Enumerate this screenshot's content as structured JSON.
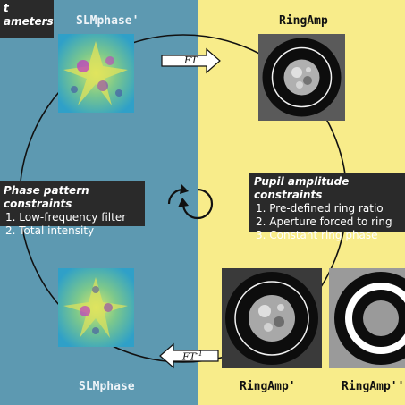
{
  "colors": {
    "left_bg": "#5d99b1",
    "right_bg": "#f8ec8a",
    "box_bg": "#2a2a2a",
    "cycle_line": "#111111"
  },
  "header_box": {
    "line1": "t",
    "line2": "ameters"
  },
  "titles": {
    "slm_phase_prime": "SLMphase'",
    "ring_amp": "RingAmp",
    "slm_phase": "SLMphase",
    "ring_amp_prime": "RingAmp'",
    "ring_amp_double_prime": "RingAmp''"
  },
  "transforms": {
    "forward": "FT",
    "inverse": "FT",
    "inverse_sup": "-1"
  },
  "phase_constraints": {
    "heading": "Phase pattern constraints",
    "items": [
      "1. Low-frequency filter",
      "2. Total intensity"
    ]
  },
  "pupil_constraints": {
    "heading": "Pupil amplitude constraints",
    "items": [
      "1. Pre-defined ring ratio",
      "2. Aperture forced to ring",
      "3. Constant ring phase"
    ]
  },
  "icons": {
    "cycle": "refresh-cycle-icon",
    "arrow_forward": "arrow-right-icon",
    "arrow_inverse": "arrow-left-icon"
  }
}
